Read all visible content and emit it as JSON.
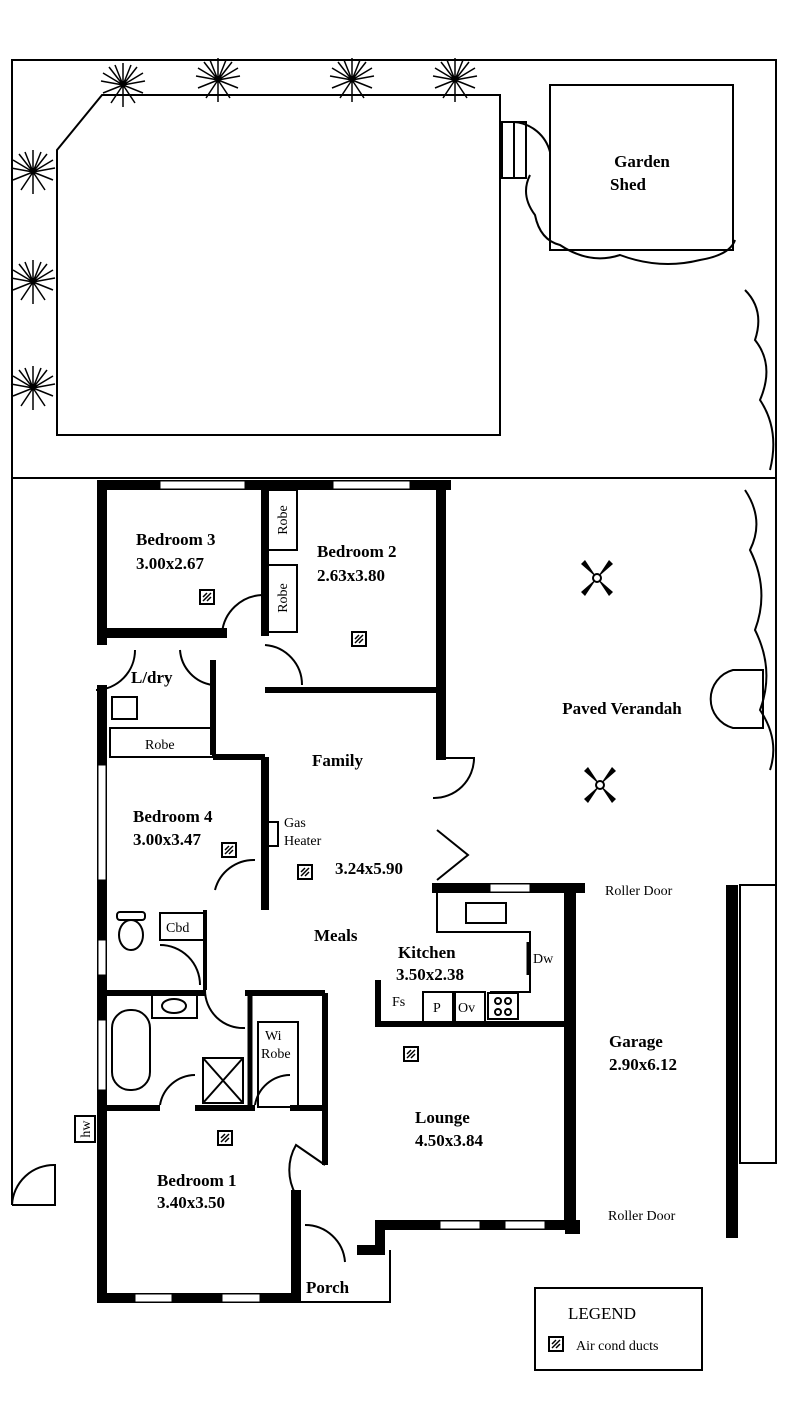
{
  "rooms": {
    "bedroom3": {
      "name": "Bedroom 3",
      "size": "3.00x2.67"
    },
    "bedroom2": {
      "name": "Bedroom 2",
      "size": "2.63x3.80"
    },
    "bedroom4": {
      "name": "Bedroom 4",
      "size": "3.00x3.47"
    },
    "bedroom1": {
      "name": "Bedroom 1",
      "size": "3.40x3.50"
    },
    "family": {
      "name": "Family",
      "size": "3.24x5.90"
    },
    "meals": {
      "name": "Meals"
    },
    "kitchen": {
      "name": "Kitchen",
      "size": "3.50x2.38"
    },
    "lounge": {
      "name": "Lounge",
      "size": "4.50x3.84"
    },
    "garage": {
      "name": "Garage",
      "size": "2.90x6.12"
    },
    "laundry": {
      "name": "L/dry"
    },
    "porch": {
      "name": "Porch"
    },
    "verandah": {
      "name": "Paved Verandah"
    },
    "shed": {
      "line1": "Garden",
      "line2": "Shed"
    }
  },
  "fixtures": {
    "robe": "Robe",
    "gas_heater_1": "Gas",
    "gas_heater_2": "Heater",
    "cbd": "Cbd",
    "wi_robe_1": "Wi",
    "wi_robe_2": "Robe",
    "dw": "Dw",
    "fs": "Fs",
    "p": "P",
    "ov": "Ov",
    "hw": "hw",
    "roller_door": "Roller Door"
  },
  "legend": {
    "title": "LEGEND",
    "items": [
      {
        "icon": "air-cond-duct-icon",
        "label": "Air cond ducts"
      }
    ]
  }
}
